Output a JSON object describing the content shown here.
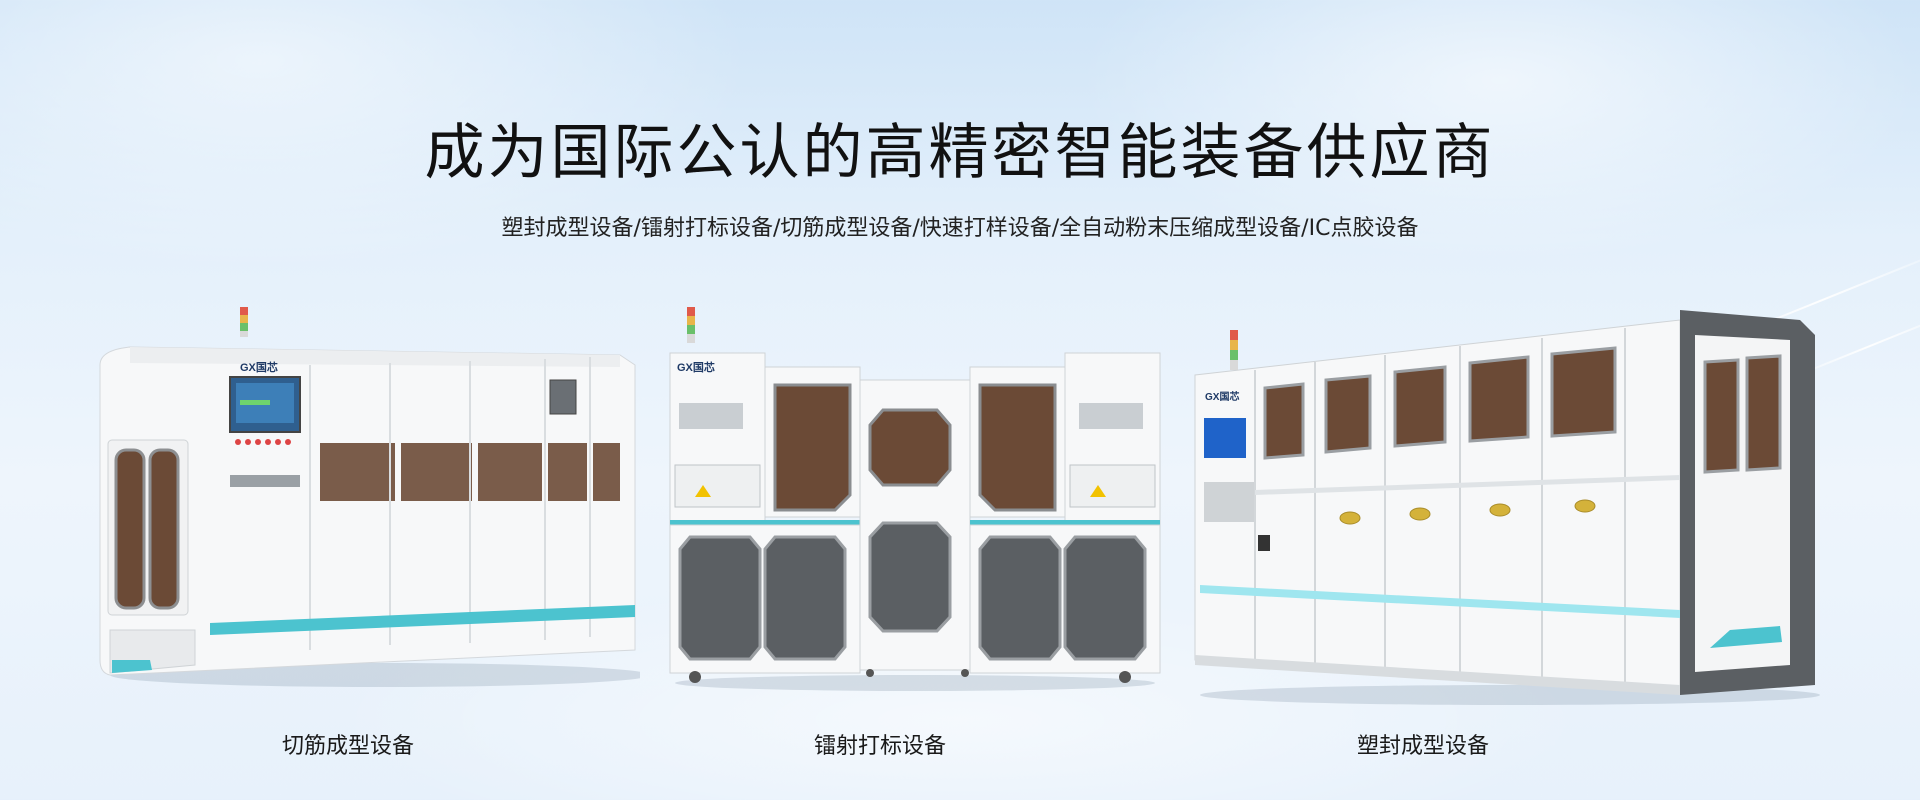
{
  "banner": {
    "title": "成为国际公认的高精密智能装备供应商",
    "subtitle": "塑封成型设备/镭射打标设备/切筋成型设备/快速打样设备/全自动粉末压缩成型设备/IC点胶设备"
  },
  "products": [
    {
      "label": "切筋成型设备",
      "brand": "GX国芯"
    },
    {
      "label": "镭射打标设备",
      "brand": "GX国芯"
    },
    {
      "label": "塑封成型设备",
      "brand": "GX国芯"
    }
  ],
  "colors": {
    "accent_teal": "#4cc3cf",
    "window_brown": "#6b4a36",
    "frame_gray": "#5b5f63",
    "body_white": "#f7f8f9"
  }
}
